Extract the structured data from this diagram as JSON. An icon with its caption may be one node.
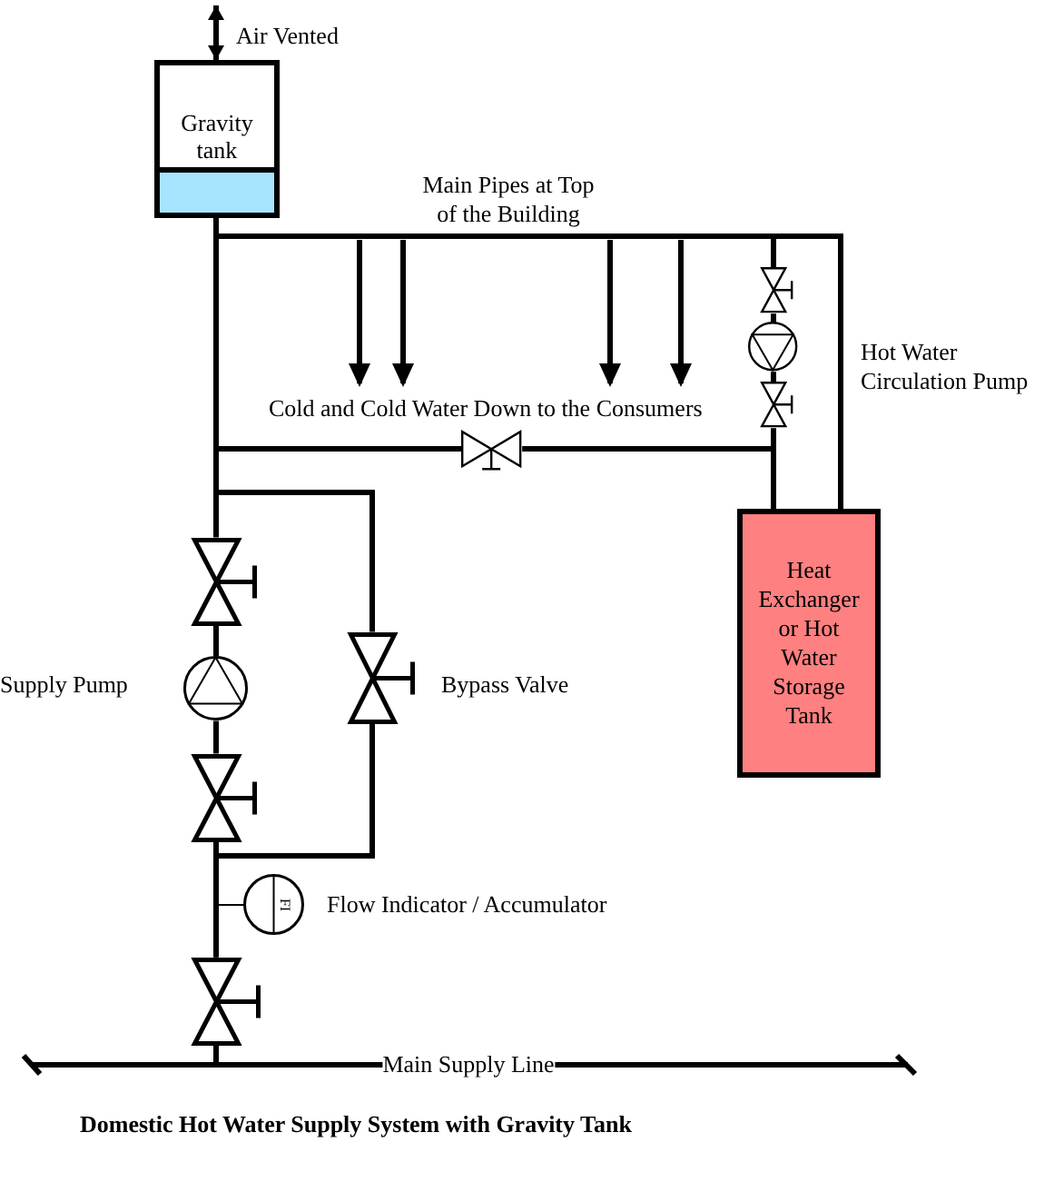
{
  "diagram": {
    "caption": "Domestic Hot Water Supply System with Gravity Tank",
    "nodes": [
      {
        "text": [
          "Gravity tank"
        ]
      },
      {
        "text": [],
        "shape": "valve"
      },
      {
        "text": [],
        "shape": "pump",
        "beside": [
          "Hot Water Circulation Pump"
        ]
      },
      {
        "text": [],
        "shape": "valve"
      },
      {
        "text": [],
        "shape": "valve"
      },
      {
        "text": [
          "Heat Exchanger or Hot Water Storage Tank"
        ]
      },
      {
        "text": [],
        "shape": "valve"
      },
      {
        "text": [],
        "shape": "pump",
        "beside": [
          "Supply Pump"
        ]
      },
      {
        "text": [],
        "shape": "valve",
        "beside": [
          "Bypass Valve"
        ]
      },
      {
        "text": [],
        "shape": "valve"
      },
      {
        "text": [
          "FI"
        ],
        "beside": [
          "Flow Indicator / Accumulator"
        ]
      },
      {
        "text": [],
        "shape": "valve"
      }
    ],
    "edges": [
      {
        "from": null,
        "to": 0,
        "arrow": "both",
        "label": "Air Vented"
      },
      {
        "from": 0,
        "to": 5,
        "arrow": "none",
        "label": "Main Pipes at Top of the Building"
      },
      {
        "from": 0,
        "to": 1,
        "arrow": "none"
      },
      {
        "from": 0,
        "to": 4,
        "arrow": "none"
      },
      {
        "from": 6,
        "to": 0,
        "arrow": "none"
      },
      {
        "from": 8,
        "to": 0,
        "arrow": "none"
      },
      {
        "from": 4,
        "to": 5,
        "arrow": "none"
      },
      {
        "from": 3,
        "to": 5,
        "arrow": "none"
      },
      {
        "from": 1,
        "to": 2,
        "arrow": "none"
      },
      {
        "from": 2,
        "to": 3,
        "arrow": "none"
      },
      {
        "from": 11,
        "to": 9,
        "arrow": "none"
      },
      {
        "from": 11,
        "to": 8,
        "arrow": "none"
      },
      {
        "from": 11,
        "to": 10,
        "arrow": "none"
      },
      {
        "from": 9,
        "to": 7,
        "arrow": "none"
      },
      {
        "from": 7,
        "to": 6,
        "arrow": "none"
      },
      {
        "from": null,
        "to": 11,
        "arrow": "none"
      }
    ],
    "labels": [
      "Cold and Cold Water Down to the Consumers",
      "Main Supply Line"
    ]
  }
}
